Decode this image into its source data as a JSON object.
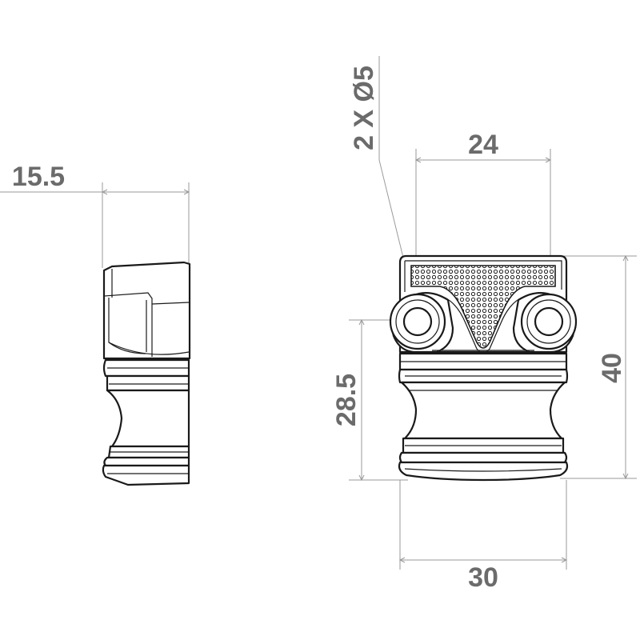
{
  "dimensions": {
    "side_width": "15.5",
    "hole_label": "2 X Ø5",
    "hole_spacing": "24",
    "total_height": "40",
    "hole_height": "28.5",
    "base_width": "30"
  },
  "colors": {
    "dimension_text": "#6b6b6b",
    "dimension_line": "#9a9a9a",
    "outline": "#1a1a1a",
    "background": "#ffffff"
  }
}
